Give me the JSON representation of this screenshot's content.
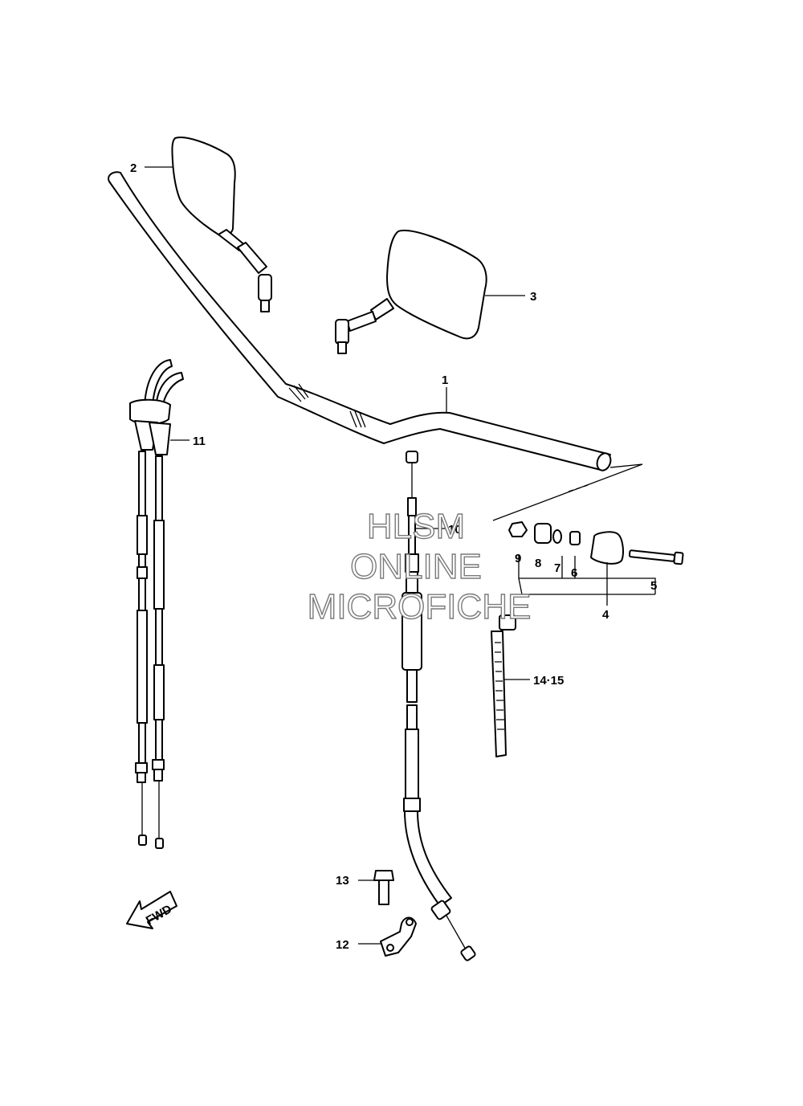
{
  "callouts": {
    "c1": "1",
    "c2": "2",
    "c3": "3",
    "c4": "4",
    "c5": "5",
    "c6": "6",
    "c7": "7",
    "c8": "8",
    "c9": "9",
    "c10": "10",
    "c11": "11",
    "c12": "12",
    "c13": "13",
    "c14_15": "14·15"
  },
  "watermark": {
    "line1": "HLSM",
    "line2": "ONLINE",
    "line3": "MICROFICHE",
    "color": "#7a7a7a"
  },
  "fwd_label": "FWD"
}
